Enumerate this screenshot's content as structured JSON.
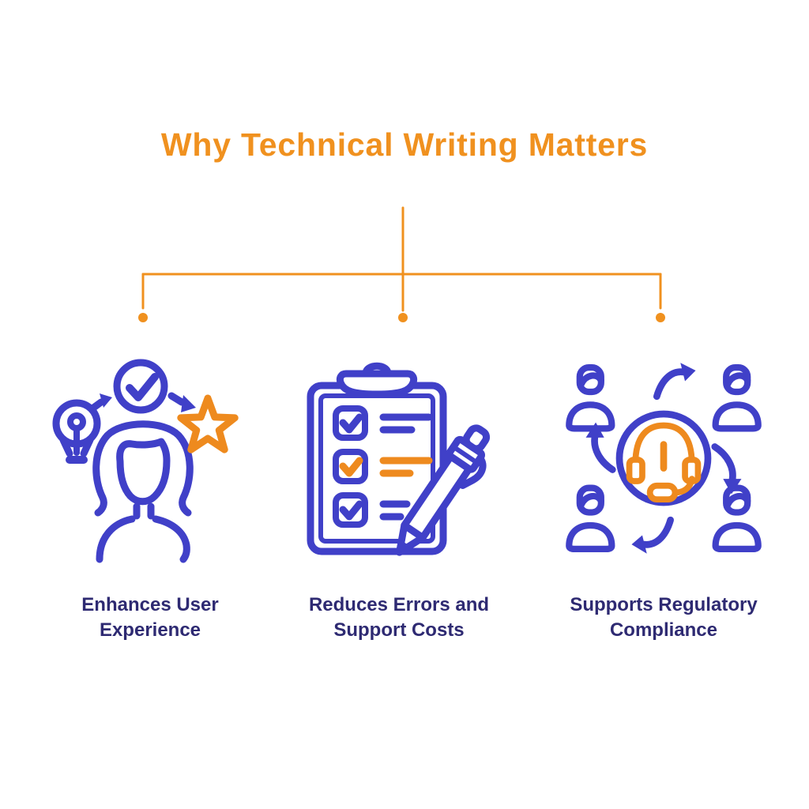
{
  "title": "Why Technical Writing Matters",
  "colors": {
    "accent_orange": "#F0911F",
    "icon_orange": "#EE8A1E",
    "icon_blue": "#4040C8",
    "label_navy": "#2E2A72",
    "background": "#FFFFFF"
  },
  "branches": [
    {
      "label": "Enhances User\nExperience",
      "icon": "user-experience-icon"
    },
    {
      "label": "Reduces Errors and\nSupport Costs",
      "icon": "checklist-pen-icon"
    },
    {
      "label": "Supports Regulatory\nCompliance",
      "icon": "collaboration-headset-icon"
    }
  ]
}
